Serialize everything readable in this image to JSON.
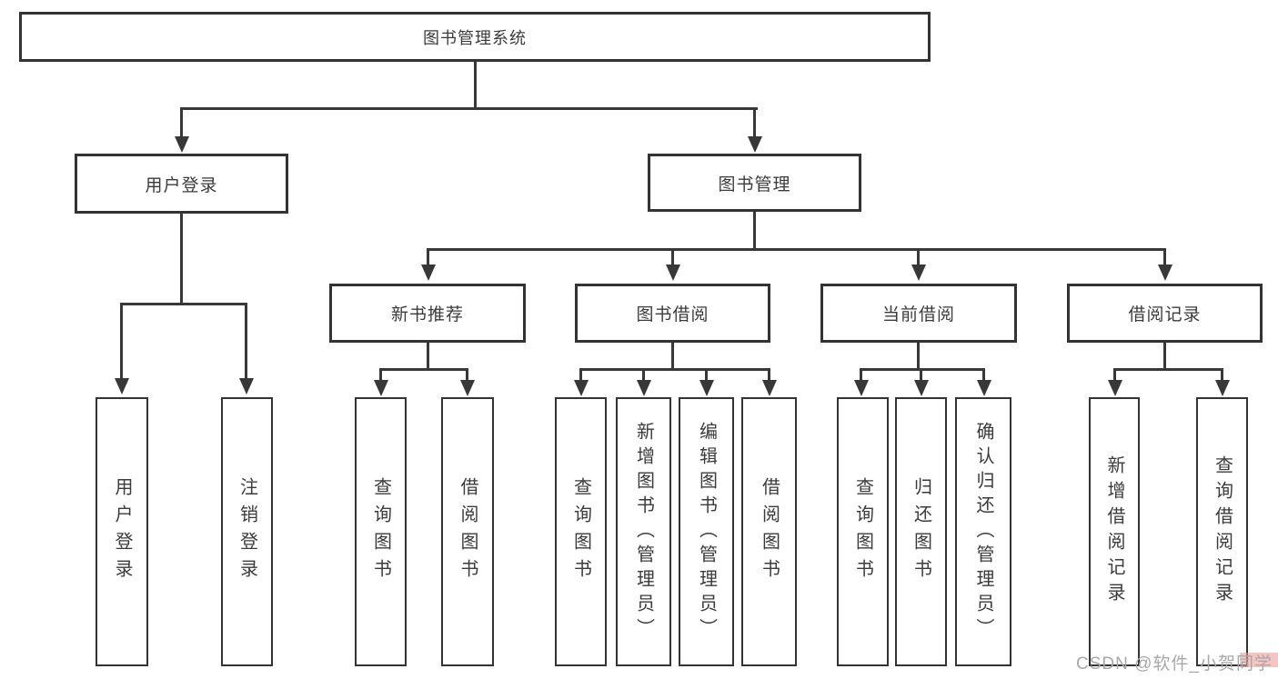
{
  "diagram": {
    "root": {
      "label": "图书管理系统"
    },
    "branches": [
      {
        "label": "用户登录",
        "children": [
          {
            "label": "用户登录"
          },
          {
            "label": "注销登录"
          }
        ]
      },
      {
        "label": "图书管理",
        "children": [
          {
            "label": "新书推荐",
            "children": [
              {
                "label": "查询图书"
              },
              {
                "label": "借阅图书"
              }
            ]
          },
          {
            "label": "图书借阅",
            "children": [
              {
                "label": "查询图书"
              },
              {
                "label": "新增图书（管理员）"
              },
              {
                "label": "编辑图书（管理员）"
              },
              {
                "label": "借阅图书"
              }
            ]
          },
          {
            "label": "当前借阅",
            "children": [
              {
                "label": "查询图书"
              },
              {
                "label": "归还图书"
              },
              {
                "label": "确认归还（管理员）"
              }
            ]
          },
          {
            "label": "借阅记录",
            "children": [
              {
                "label": "新增借阅记录"
              },
              {
                "label": "查询借阅记录"
              }
            ]
          }
        ]
      }
    ]
  },
  "watermark": {
    "text": "CSDN @软件_小贺同学"
  },
  "colors": {
    "line": "#383838",
    "box_border": "#333333",
    "text": "#3b3b3b",
    "watermark_text": "#a8a8a8",
    "watermark_highlight": "#e99692"
  }
}
